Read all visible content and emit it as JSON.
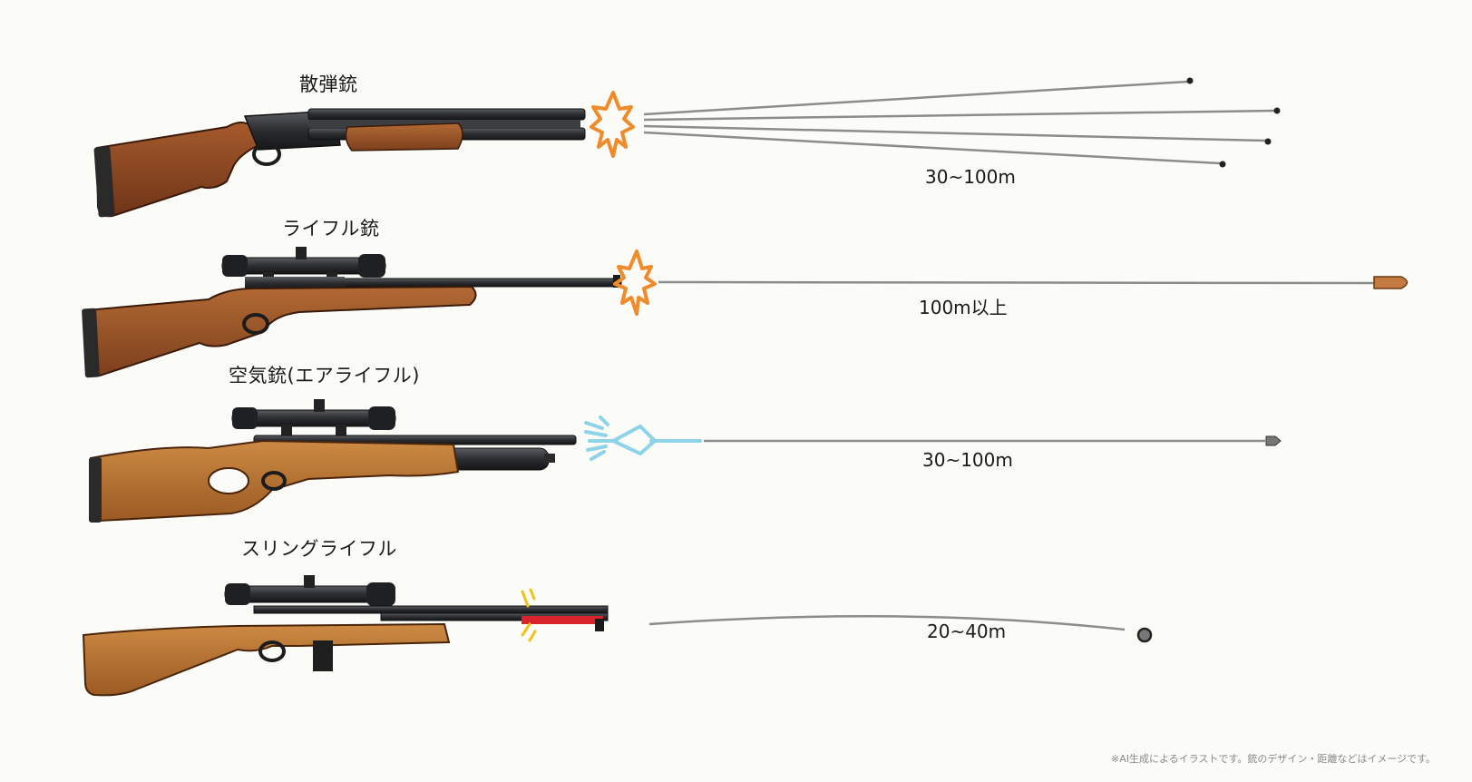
{
  "weapons": [
    {
      "label": "散弾銃",
      "range": "30~100m"
    },
    {
      "label": "ライフル銃",
      "range": "100m以上"
    },
    {
      "label": "空気銃(エアライフル)",
      "range": "30~100m"
    },
    {
      "label": "スリングライフル",
      "range": "20~40m"
    }
  ],
  "footnote": "※AI生成によるイラストです。銃のデザイン・距離などはイメージです。",
  "colors": {
    "wood_dark": "#8a4420",
    "wood_light": "#b8742e",
    "metal": "#2b2d30",
    "muzzle_flash": "#f08a2a",
    "air_burst": "#8fd3e8",
    "sling_band": "#d8232a",
    "trajectory": "#8c8c8c"
  },
  "icons": {
    "muzzle_flash": "star-burst-icon",
    "air_burst": "diamond-burst-icon",
    "bullet": "bullet-icon",
    "pellet": "pellet-icon"
  }
}
